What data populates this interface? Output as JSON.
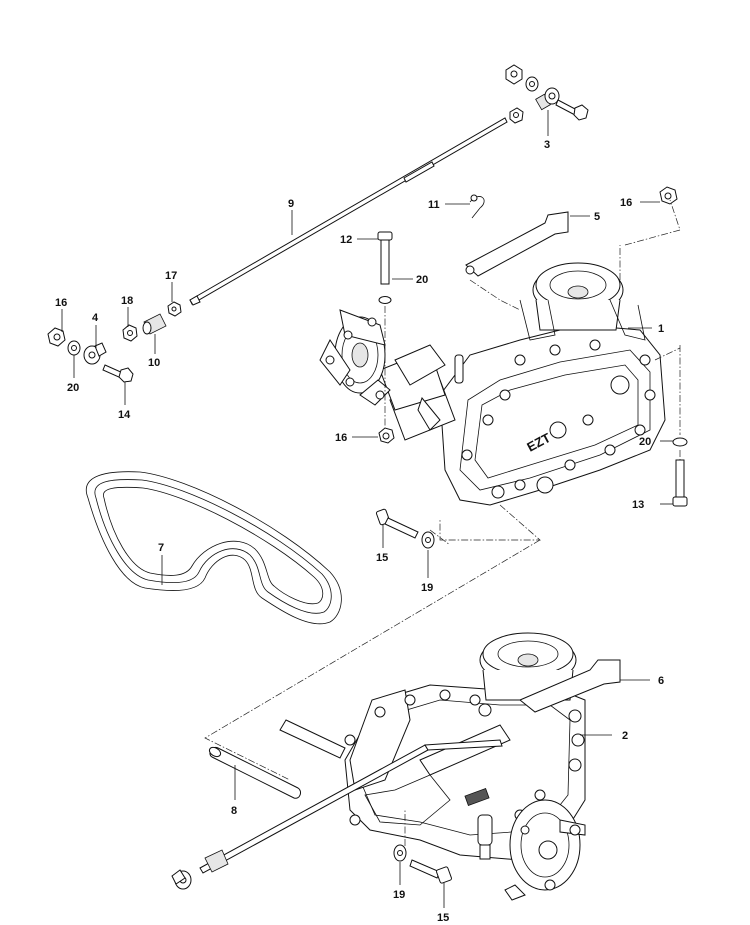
{
  "callouts": {
    "c1": "1",
    "c2": "2",
    "c3": "3",
    "c4": "4",
    "c5": "5",
    "c6": "6",
    "c7": "7",
    "c8": "8",
    "c9": "9",
    "c10": "10",
    "c11": "11",
    "c12": "12",
    "c13": "13",
    "c14": "14",
    "c15a": "15",
    "c15b": "15",
    "c16a": "16",
    "c16b": "16",
    "c16c": "16",
    "c17": "17",
    "c18": "18",
    "c19a": "19",
    "c19b": "19",
    "c20a": "20",
    "c20b": "20",
    "c20c": "20"
  },
  "housing_marking": "EZT"
}
